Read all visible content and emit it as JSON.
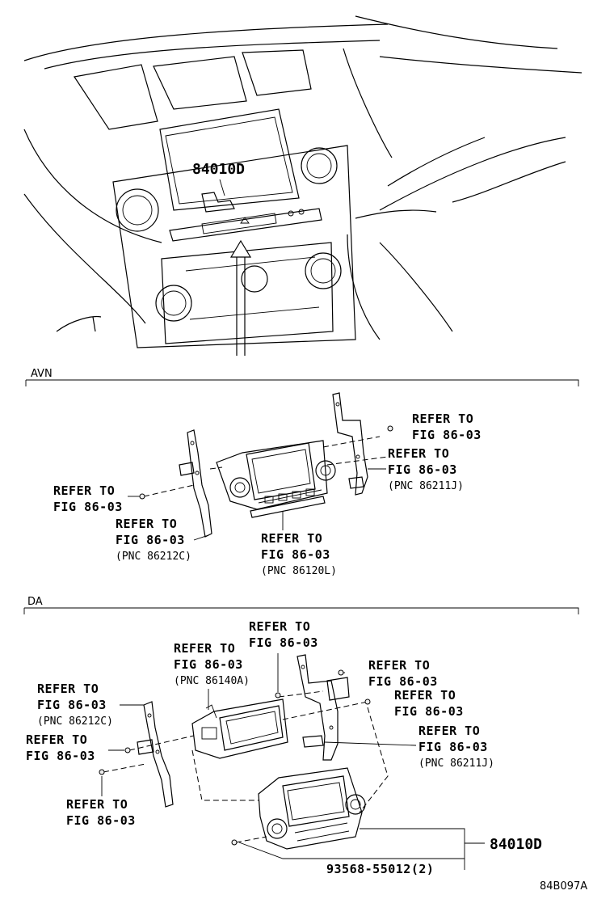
{
  "top_view": {
    "part_label": "84010D"
  },
  "avn": {
    "title": "AVN",
    "callouts": {
      "top_right_1": "REFER TO",
      "top_right_2": "FIG 86-03",
      "right_1": "REFER TO",
      "right_2": "FIG 86-03",
      "right_pnc": "(PNC 86211J)",
      "left_1": "REFER TO",
      "left_2": "FIG 86-03",
      "left_low_1": "REFER TO",
      "left_low_2": "FIG 86-03",
      "left_low_pnc": "(PNC 86212C)",
      "bottom_1": "REFER TO",
      "bottom_2": "FIG 86-03",
      "bottom_pnc": "(PNC 86120L)"
    }
  },
  "da": {
    "title": "DA",
    "callouts": {
      "top_1": "REFER TO",
      "top_2": "FIG 86-03",
      "mid_1": "REFER TO",
      "mid_2": "FIG 86-03",
      "mid_pnc": "(PNC 86140A)",
      "left_1": "REFER TO",
      "left_2": "FIG 86-03",
      "left_pnc": "(PNC 86212C)",
      "left_mid_1": "REFER TO",
      "left_mid_2": "FIG 86-03",
      "left_bottom_1": "REFER TO",
      "left_bottom_2": "FIG 86-03",
      "right_top_1": "REFER TO",
      "right_top_2": "FIG 86-03",
      "right_mid_1": "REFER TO",
      "right_mid_2": "FIG 86-03",
      "right_low_1": "REFER TO",
      "right_low_2": "FIG 86-03",
      "right_low_pnc": "(PNC 86211J)",
      "screw_part": "93568-55012(2)",
      "assembly_part": "84010D"
    }
  },
  "figure_code": "84B097A"
}
